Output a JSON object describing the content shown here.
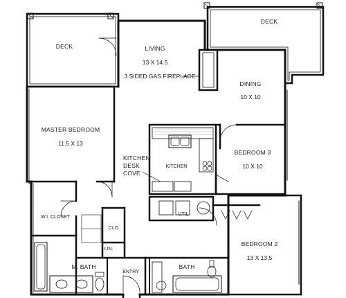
{
  "rooms": {
    "deck_left": {
      "name": "DECK"
    },
    "deck_right": {
      "name": "DECK"
    },
    "living": {
      "name": "LIVING",
      "size": "13 X 14.5",
      "feature": "3 SIDED GAS FIREPLACE"
    },
    "dining": {
      "name": "DINING",
      "size": "10 X 10"
    },
    "master_bedroom": {
      "name": "MASTER BEDROOM",
      "size": "11.5 X 13"
    },
    "kitchen": {
      "name": "KITCHEN"
    },
    "kitchen_desk": {
      "line1": "KITCHEN",
      "line2": "DESK",
      "line3": "COVE"
    },
    "bedroom3": {
      "name": "BEDROOM 3",
      "size": "10 X 10"
    },
    "wi_closet": {
      "name": "W.I. CLOSET"
    },
    "util": {
      "name": "UTIL"
    },
    "clo": {
      "name": "CLO"
    },
    "lin": {
      "name": "LIN."
    },
    "m_bath": {
      "name": "M. BATH"
    },
    "entry": {
      "name": "ENTRY"
    },
    "bath": {
      "name": "BATH"
    },
    "bedroom2": {
      "name": "BEDROOM 2",
      "size": "13 X 13.5"
    }
  }
}
